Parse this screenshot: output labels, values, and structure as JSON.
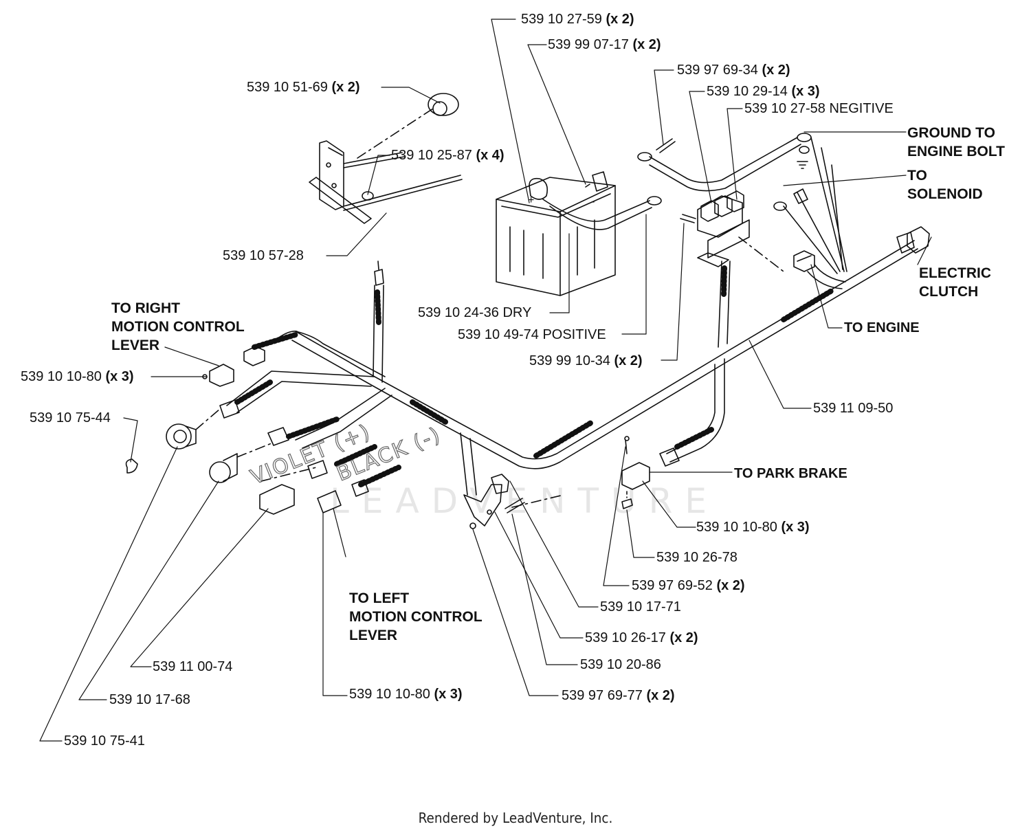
{
  "watermark": "LEADVENTURE",
  "footer": "Rendered by LeadVenture, Inc.",
  "wire_labels": {
    "violet": "VIOLET (+)",
    "black": "BLACK (-)"
  },
  "callouts": {
    "ground": [
      "GROUND TO",
      "ENGINE BOLT"
    ],
    "solenoid": [
      "TO",
      "SOLENOID"
    ],
    "clutch": [
      "ELECTRIC",
      "CLUTCH"
    ],
    "engine": "TO ENGINE",
    "right_lever": [
      "TO RIGHT",
      "MOTION CONTROL",
      "LEVER"
    ],
    "left_lever": [
      "TO LEFT",
      "MOTION CONTROL",
      "LEVER"
    ],
    "park_brake": "TO PARK BRAKE"
  },
  "parts": [
    {
      "id": "p1",
      "num": "539 10 27-59",
      "qty": "(x 2)"
    },
    {
      "id": "p2",
      "num": "539 99 07-17",
      "qty": "(x 2)"
    },
    {
      "id": "p3",
      "num": "539 97 69-34",
      "qty": "(x 2)"
    },
    {
      "id": "p4",
      "num": "539 10 29-14",
      "qty": "(x 3)"
    },
    {
      "id": "p5",
      "num": "539 10 27-58 NEGITIVE",
      "qty": ""
    },
    {
      "id": "p6",
      "num": "539 10 51-69",
      "qty": "(x 2)"
    },
    {
      "id": "p7",
      "num": "539 10 25-87",
      "qty": "(x 4)"
    },
    {
      "id": "p8",
      "num": "539 10 57-28",
      "qty": ""
    },
    {
      "id": "p9",
      "num": "539 10 24-36 DRY",
      "qty": ""
    },
    {
      "id": "p10",
      "num": "539 10 49-74 POSITIVE",
      "qty": ""
    },
    {
      "id": "p11",
      "num": "539 99 10-34",
      "qty": "(x 2)"
    },
    {
      "id": "p12",
      "num": "539 10 10-80",
      "qty": "(x 3)"
    },
    {
      "id": "p13",
      "num": "539 10 75-44",
      "qty": ""
    },
    {
      "id": "p14",
      "num": "539 11 09-50",
      "qty": ""
    },
    {
      "id": "p15",
      "num": "539 10 10-80",
      "qty": "(x 3)"
    },
    {
      "id": "p16",
      "num": "539 10 26-78",
      "qty": ""
    },
    {
      "id": "p17",
      "num": "539 97 69-52",
      "qty": "(x 2)"
    },
    {
      "id": "p18",
      "num": "539 10 17-71",
      "qty": ""
    },
    {
      "id": "p19",
      "num": "539 10 26-17",
      "qty": "(x 2)"
    },
    {
      "id": "p20",
      "num": "539 10 20-86",
      "qty": ""
    },
    {
      "id": "p21",
      "num": "539 97 69-77",
      "qty": "(x 2)"
    },
    {
      "id": "p22",
      "num": "539 11 00-74",
      "qty": ""
    },
    {
      "id": "p23",
      "num": "539 10 10-80",
      "qty": "(x 3)"
    },
    {
      "id": "p24",
      "num": "539 10 17-68",
      "qty": ""
    },
    {
      "id": "p25",
      "num": "539 10 75-41",
      "qty": ""
    }
  ]
}
